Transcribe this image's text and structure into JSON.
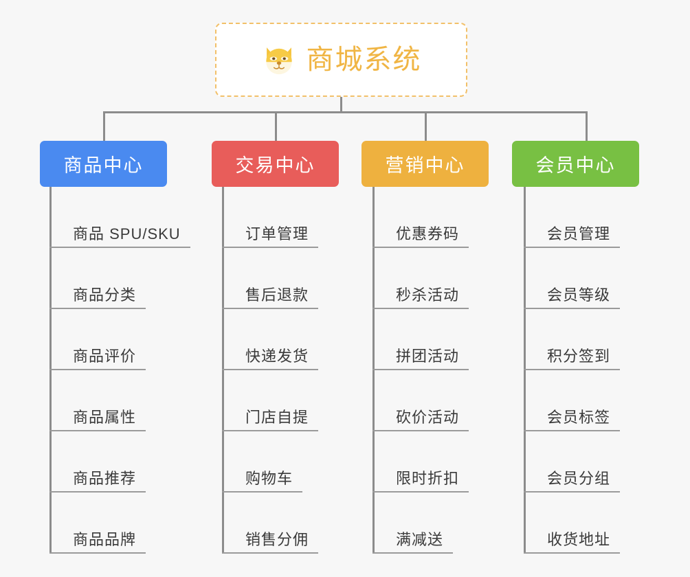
{
  "page": {
    "background": "#f7f7f7",
    "line_color": "#8c8c8c",
    "leaf_text_color": "#3a3a3a"
  },
  "root": {
    "title": "商城系统",
    "icon": "dog-face-icon",
    "text_color": "#f0b544",
    "border_color": "#f2c069",
    "background": "#ffffff"
  },
  "columns": [
    {
      "title": "商品中心",
      "color": "#4a8af0",
      "items": [
        "商品 SPU/SKU",
        "商品分类",
        "商品评价",
        "商品属性",
        "商品推荐",
        "商品品牌"
      ]
    },
    {
      "title": "交易中心",
      "color": "#e85d5a",
      "items": [
        "订单管理",
        "售后退款",
        "快递发货",
        "门店自提",
        "购物车",
        "销售分佣"
      ]
    },
    {
      "title": "营销中心",
      "color": "#eeb13f",
      "items": [
        "优惠券码",
        "秒杀活动",
        "拼团活动",
        "砍价活动",
        "限时折扣",
        "满减送"
      ]
    },
    {
      "title": "会员中心",
      "color": "#78c043",
      "items": [
        "会员管理",
        "会员等级",
        "积分签到",
        "会员标签",
        "会员分组",
        "收货地址"
      ]
    }
  ]
}
